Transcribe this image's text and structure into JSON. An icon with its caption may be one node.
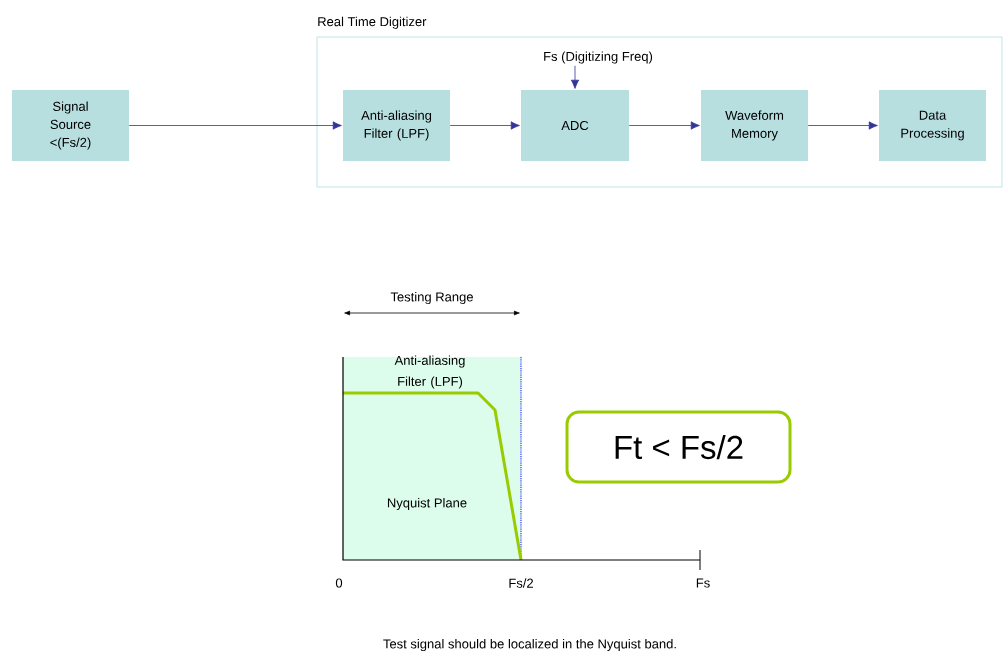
{
  "diagram": {
    "caption": "Test signal should be localized in the Nyquist band.",
    "nodes": [
      {
        "text": [
          "Real Time Digitizer"
        ]
      },
      {
        "text": [
          "Signal Source <(Fs/2)"
        ]
      },
      {
        "text": [
          "Anti-aliasing Filter (LPF)"
        ],
        "in": 0
      },
      {
        "text": [
          "Fs (Digitizing Freq)"
        ],
        "in": 0
      },
      {
        "text": [
          "ADC"
        ],
        "in": 0
      },
      {
        "text": [
          "Waveform Memory"
        ],
        "in": 0
      },
      {
        "text": [
          "Data Processing"
        ],
        "in": 0
      },
      {
        "text": [
          "Ft < Fs/2"
        ]
      }
    ],
    "edges": [
      {
        "from": 1,
        "to": 2,
        "arrow": "to"
      },
      {
        "from": 2,
        "to": 4,
        "arrow": "to"
      },
      {
        "from": 3,
        "to": 4,
        "arrow": "to"
      },
      {
        "from": 4,
        "to": 5,
        "arrow": "to"
      },
      {
        "from": 5,
        "to": 6,
        "arrow": "to"
      }
    ],
    "labels": [
      "Testing Range",
      "Anti-aliasing Filter (LPF)",
      "Nyquist Plane",
      "0",
      "Fs/2",
      "Fs"
    ]
  }
}
